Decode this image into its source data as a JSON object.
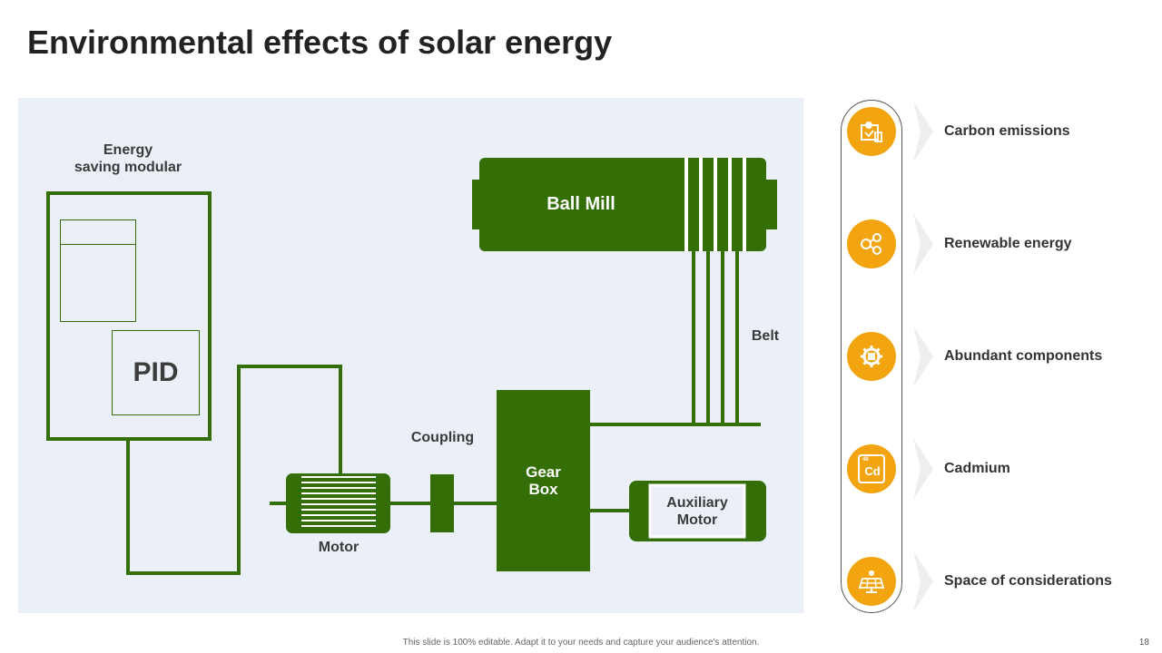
{
  "slide": {
    "title": "Environmental effects of solar energy",
    "footer": "This slide is 100% editable. Adapt it to your needs and capture your audience's attention.",
    "page_number": "18"
  },
  "diagram": {
    "energy_module_label": "Energy\nsaving modular",
    "pid_label": "PID",
    "motor_label": "Motor",
    "coupling_label": "Coupling",
    "gearbox_label": "Gear\nBox",
    "aux_motor_label": "Auxiliary\nMotor",
    "ball_mill_label": "Ball Mill",
    "belt_label": "Belt"
  },
  "effects": {
    "items": [
      {
        "label": "Carbon emissions",
        "icon": "carbon-emissions-icon"
      },
      {
        "label": "Renewable energy",
        "icon": "renewable-energy-icon"
      },
      {
        "label": "Abundant components",
        "icon": "components-gear-icon"
      },
      {
        "label": "Cadmium",
        "icon": "cadmium-element-icon",
        "icon_text": "48",
        "icon_symbol": "Cd"
      },
      {
        "label": "Space of considerations",
        "icon": "solar-panel-icon"
      }
    ]
  },
  "colors": {
    "diagram_green": "#336e06",
    "panel_background": "#ebf0f8",
    "icon_accent": "#f3a511"
  }
}
